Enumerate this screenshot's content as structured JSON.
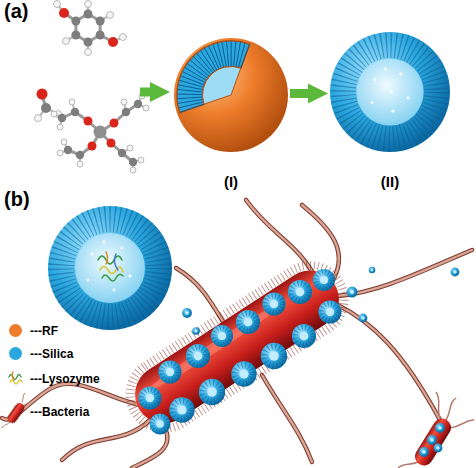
{
  "diagram": {
    "nodes": [
      {
        "text": [
          "(I)"
        ]
      },
      {
        "text": [
          "(II)"
        ]
      }
    ],
    "edges": [
      {
        "from": 0,
        "to": 1,
        "arrow": "to"
      }
    ],
    "labels": [
      "(a)",
      "(b)"
    ],
    "legend": [
      {
        "text": "---RF",
        "color": "#ee7d2b"
      },
      {
        "text": "---Silica",
        "color": "#2aa7df"
      },
      {
        "text": "---Lysozyme"
      },
      {
        "text": "---Bacteria"
      }
    ]
  }
}
